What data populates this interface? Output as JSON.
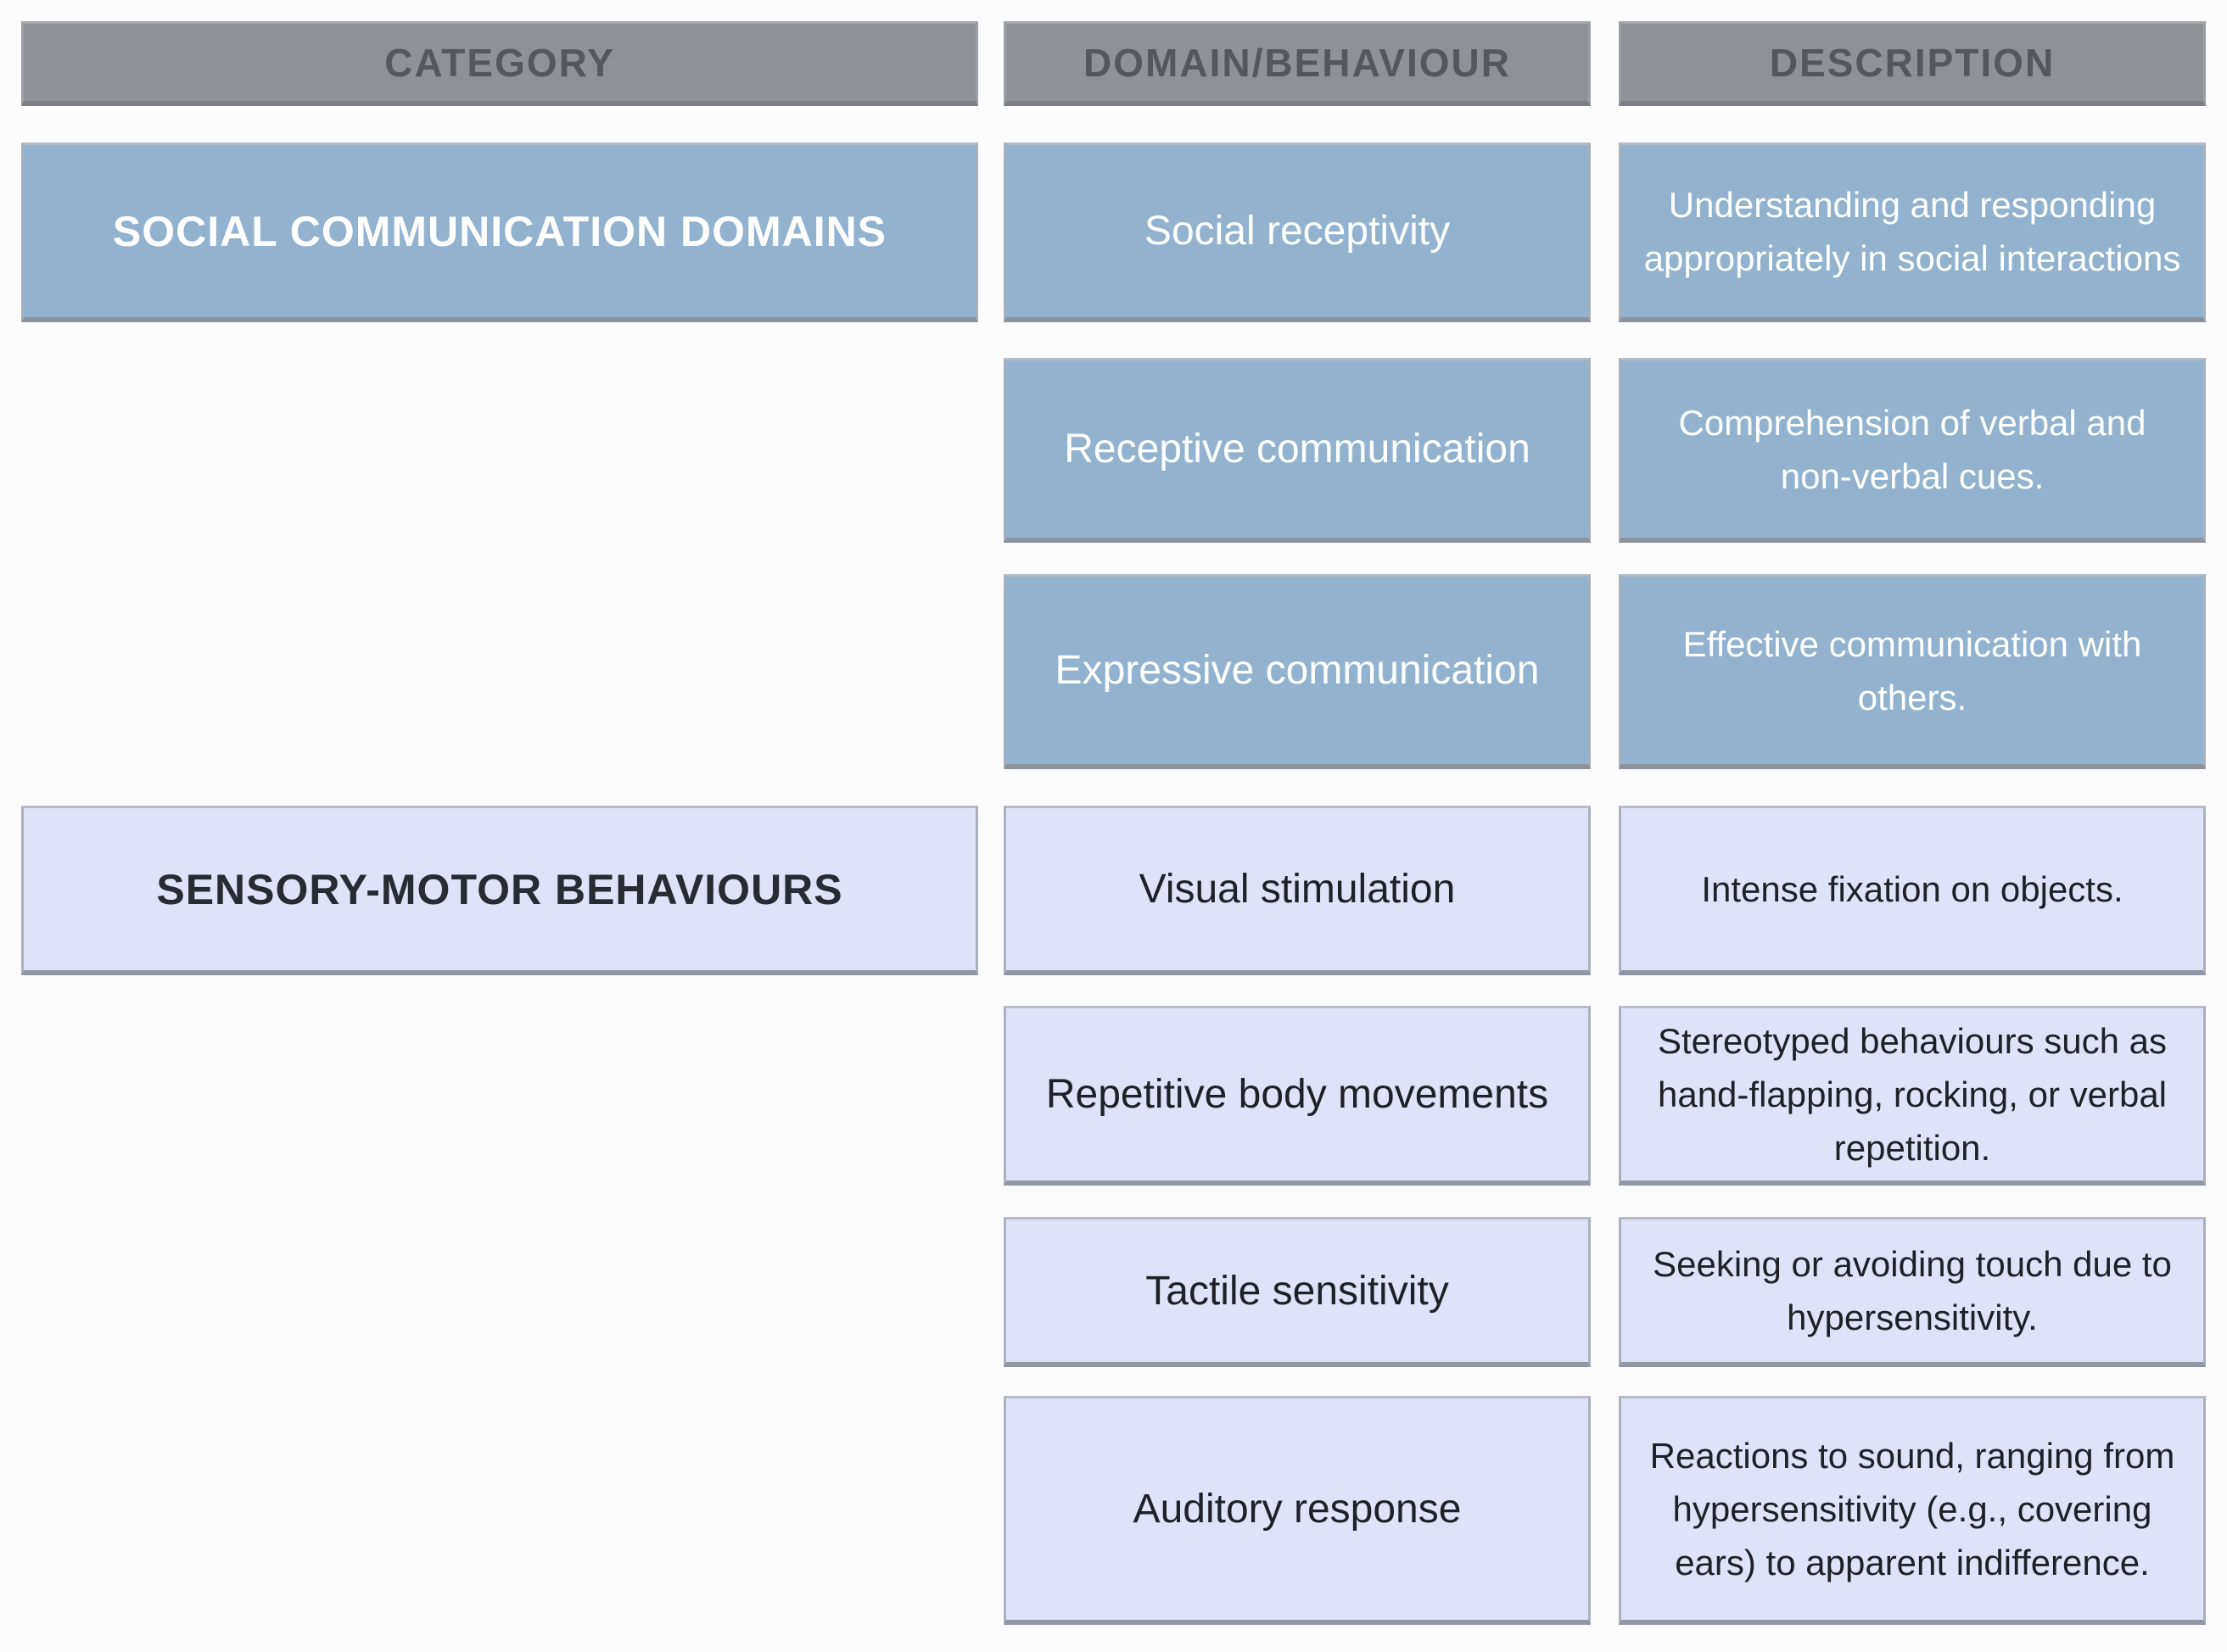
{
  "table": {
    "headers": [
      {
        "label": "CATEGORY"
      },
      {
        "label": "DOMAIN/BEHAVIOUR"
      },
      {
        "label": "DESCRIPTION"
      }
    ],
    "sections": [
      {
        "category": "SOCIAL COMMUNICATION DOMAINS",
        "theme": "blue",
        "rows": [
          {
            "domain": "Social receptivity",
            "description": "Understanding and responding appropriately in social interactions"
          },
          {
            "domain": "Receptive communication",
            "description": "Comprehension of verbal and non-verbal cues."
          },
          {
            "domain": "Expressive communication",
            "description": "Effective communication with others."
          }
        ]
      },
      {
        "category": "SENSORY-MOTOR BEHAVIOURS",
        "theme": "lavender",
        "rows": [
          {
            "domain": "Visual stimulation",
            "description": "Intense fixation on objects."
          },
          {
            "domain": "Repetitive body movements",
            "description": "Stereotyped behaviours such as hand-flapping, rocking, or verbal repetition."
          },
          {
            "domain": "Tactile sensitivity",
            "description": "Seeking or avoiding touch due to hypersensitivity."
          },
          {
            "domain": "Auditory response",
            "description": "Reactions to sound, ranging from hypersensitivity (e.g., covering ears) to apparent indifference."
          }
        ]
      }
    ],
    "colors": {
      "header_bg": "#8e9297",
      "header_text": "#54575d",
      "blue_fill": "#93b2cf",
      "blue_text": "#ffffff",
      "lavender_fill": "#dee3f8",
      "lavender_text": "#1f2126",
      "background": "#fcfcfd"
    }
  }
}
